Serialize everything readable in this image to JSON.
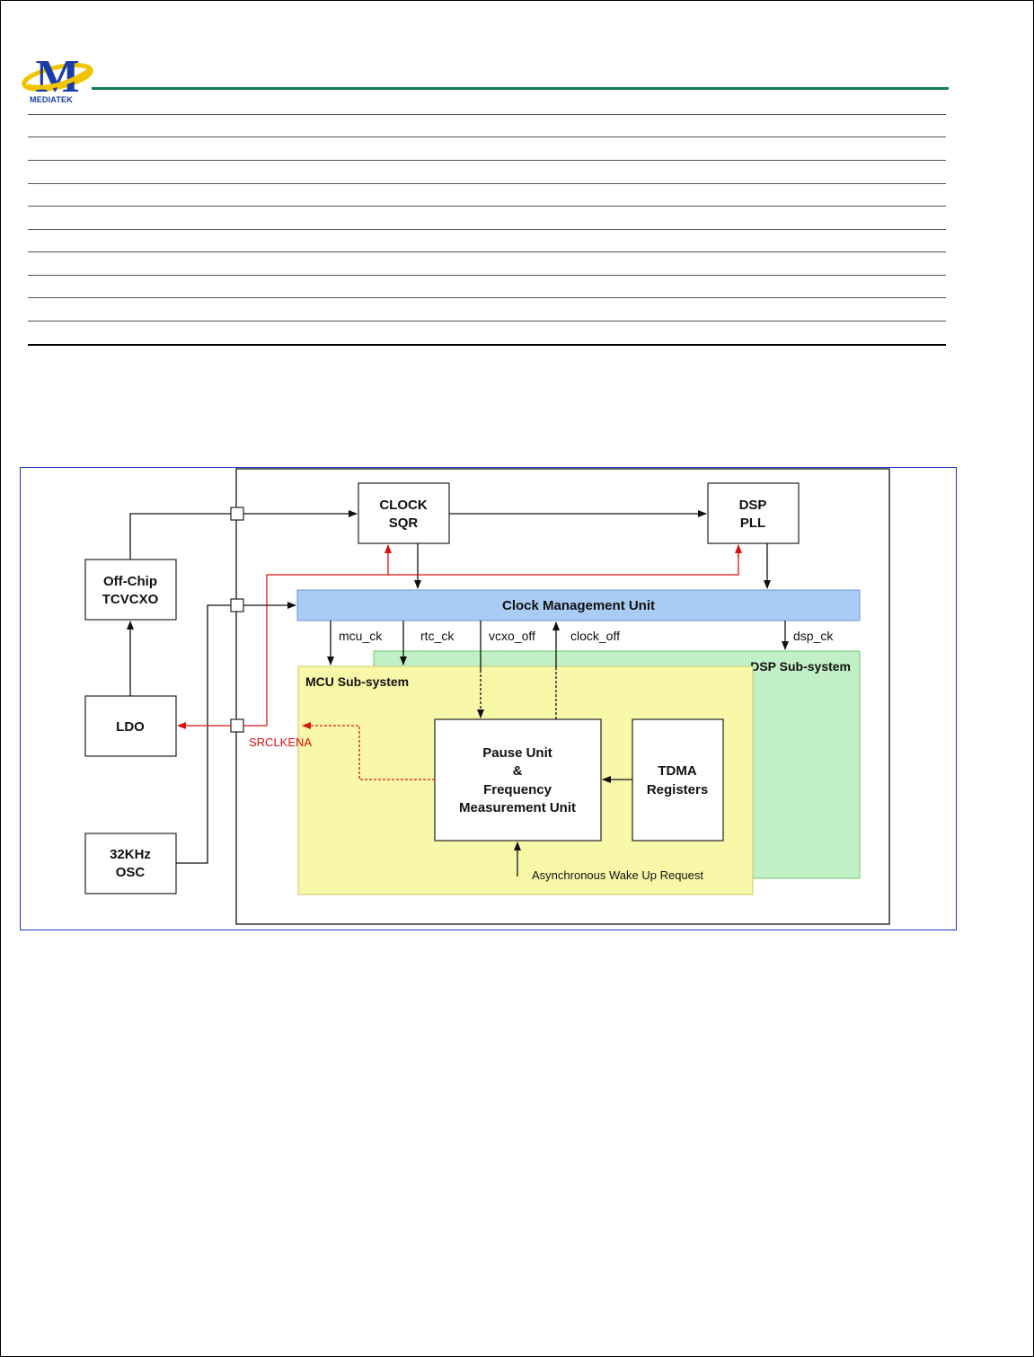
{
  "logo": {
    "text": "MEDIATEK",
    "letter": "M"
  },
  "diagram": {
    "blocks": {
      "clock_sqr": [
        "CLOCK",
        "SQR"
      ],
      "dsp_pll": [
        "DSP",
        "PLL"
      ],
      "tcvcxo": [
        "Off-Chip",
        "TCVCXO"
      ],
      "ldo": [
        "LDO"
      ],
      "osc": [
        "32KHz",
        "OSC"
      ],
      "cmu": "Clock Management Unit",
      "mcu_sub": "MCU Sub-system",
      "dsp_sub": "DSP Sub-system",
      "pause_unit": [
        "Pause Unit",
        "&",
        "Frequency",
        "Measurement Unit"
      ],
      "tdma": [
        "TDMA",
        "Registers"
      ]
    },
    "signals": {
      "mcu_ck": "mcu_ck",
      "rtc_ck": "rtc_ck",
      "vcxo_off": "vcxo_off",
      "clock_off": "clock_off",
      "dsp_ck": "dsp_ck",
      "srclkena": "SRCLKENA",
      "wakeup": "Asynchronous Wake Up Request"
    },
    "colors": {
      "cmu_fill": "#a8ccf4",
      "mcu_fill": "#f8f8a8",
      "dsp_fill": "#c2f0c6",
      "red_signal": "#dd1111"
    }
  }
}
